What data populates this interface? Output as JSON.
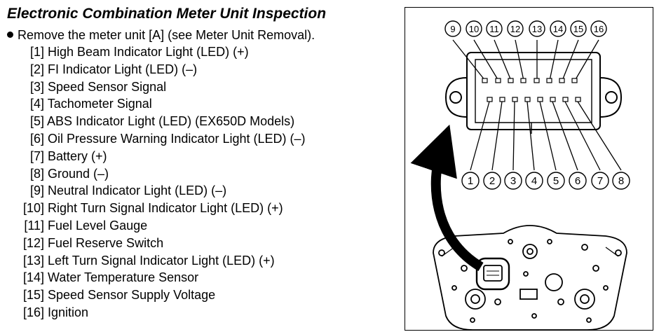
{
  "heading": "Electronic Combination Meter Unit Inspection",
  "instruction": "Remove the meter unit [A] (see Meter Unit Removal).",
  "terminals": [
    {
      "num": "[1]",
      "label": "High Beam Indicator Light (LED) (+)"
    },
    {
      "num": "[2]",
      "label": "FI Indicator Light (LED) (–)"
    },
    {
      "num": "[3]",
      "label": "Speed Sensor Signal"
    },
    {
      "num": "[4]",
      "label": "Tachometer Signal"
    },
    {
      "num": "[5]",
      "label": "ABS Indicator Light (LED) (EX650D Models)"
    },
    {
      "num": "[6]",
      "label": "Oil Pressure Warning Indicator Light (LED) (–)"
    },
    {
      "num": "[7]",
      "label": "Battery (+)"
    },
    {
      "num": "[8]",
      "label": "Ground (–)"
    },
    {
      "num": "[9]",
      "label": "Neutral Indicator Light (LED) (–)"
    },
    {
      "num": "[10]",
      "label": "Right Turn Signal Indicator Light (LED) (+)"
    },
    {
      "num": "[11]",
      "label": "Fuel Level Gauge"
    },
    {
      "num": "[12]",
      "label": "Fuel Reserve Switch"
    },
    {
      "num": "[13]",
      "label": "Left Turn Signal Indicator Light (LED) (+)"
    },
    {
      "num": "[14]",
      "label": "Water Temperature Sensor"
    },
    {
      "num": "[15]",
      "label": "Speed Sensor Supply Voltage"
    },
    {
      "num": "[16]",
      "label": "Ignition"
    }
  ],
  "pin_labels_top": [
    "9",
    "10",
    "11",
    "12",
    "13",
    "14",
    "15",
    "16"
  ],
  "pin_labels_bottom": [
    "1",
    "2",
    "3",
    "4",
    "5",
    "6",
    "7",
    "8"
  ]
}
